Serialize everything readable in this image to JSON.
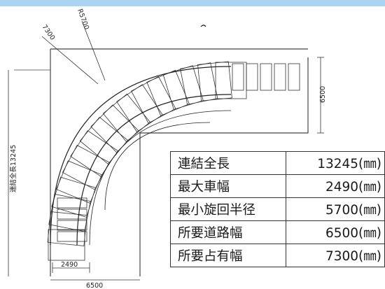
{
  "dimensions": {
    "radius_label": "R5700",
    "swept_label": "7300",
    "right_width_label": "6500",
    "bottom_width_label": "6500",
    "vehicle_width_label": "2490",
    "overall_length_label": "連結全長13245"
  },
  "specs": [
    {
      "label": "連結全長",
      "value": "13245(㎜)"
    },
    {
      "label": "最大車幅",
      "value": "2490(㎜)"
    },
    {
      "label": "最小旋回半径",
      "value": "5700(㎜)"
    },
    {
      "label": "所要道路幅",
      "value": "6500(㎜)"
    },
    {
      "label": "所要占有幅",
      "value": "7300(㎜)"
    }
  ]
}
